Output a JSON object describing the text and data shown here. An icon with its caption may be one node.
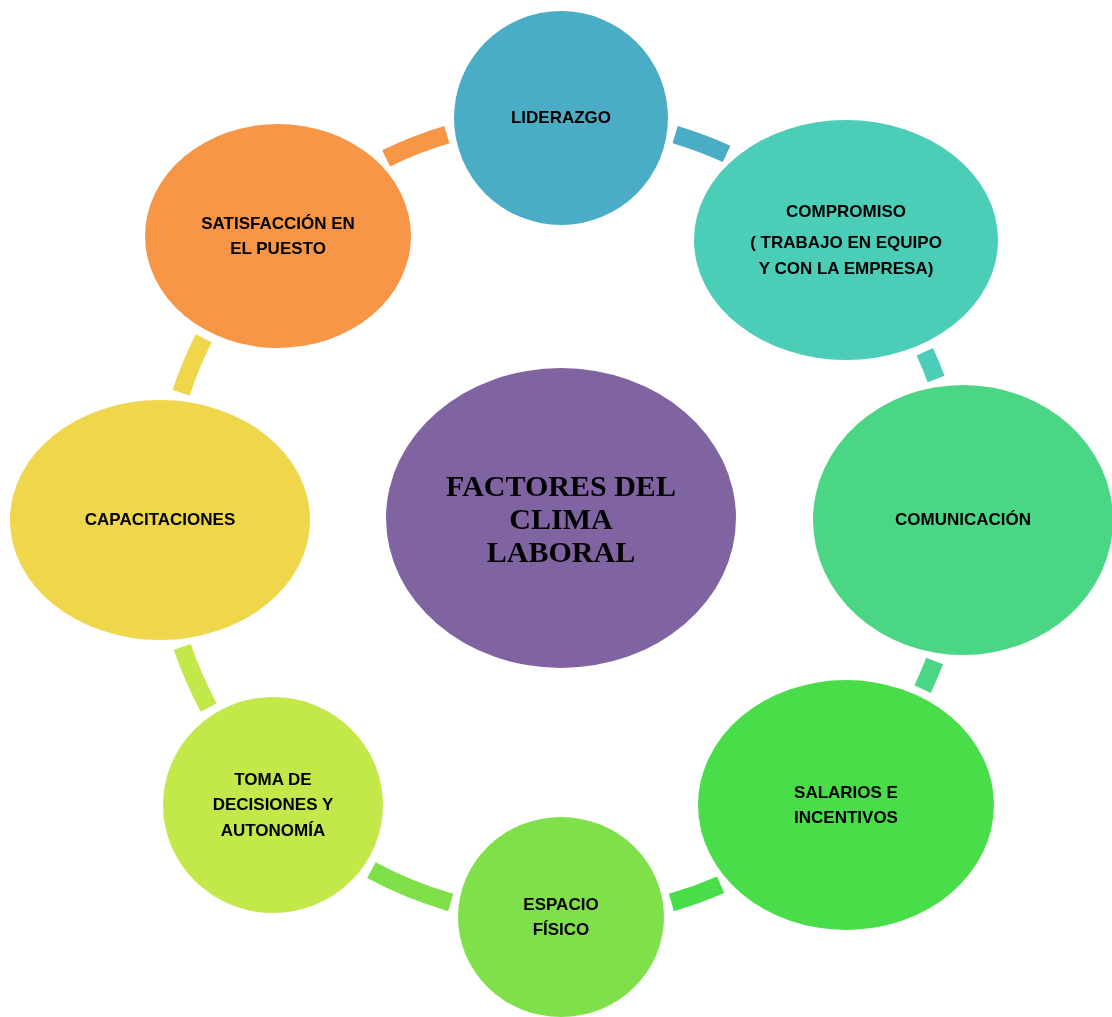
{
  "diagram": {
    "nodes": [
      {
        "text": [
          "LIDERAZGO"
        ]
      },
      {
        "text": [
          "COMPROMISO",
          "( TRABAJO EN EQUIPO Y CON LA EMPRESA)"
        ]
      },
      {
        "text": [
          "COMUNICACIÓN"
        ]
      },
      {
        "text": [
          "SALARIOS E INCENTIVOS"
        ]
      },
      {
        "text": [
          "ESPACIO FÍSICO"
        ]
      },
      {
        "text": [
          "TOMA DE DECISIONES Y AUTONOMÍA"
        ]
      },
      {
        "text": [
          "CAPACITACIONES"
        ]
      },
      {
        "text": [
          "SATISFACCIÓN EN EL PUESTO"
        ]
      },
      {
        "text": [
          "FACTORES DEL CLIMA LABORAL"
        ]
      }
    ],
    "edges": [
      {
        "from": 0,
        "to": 1,
        "arrow": "none",
        "color": "#4bacc6"
      },
      {
        "from": 1,
        "to": 2,
        "arrow": "none",
        "color": "#4bcdb8"
      },
      {
        "from": 2,
        "to": 3,
        "arrow": "none",
        "color": "#4ad684"
      },
      {
        "from": 3,
        "to": 4,
        "arrow": "none",
        "color": "#4add4a"
      },
      {
        "from": 4,
        "to": 5,
        "arrow": "none",
        "color": "#7fe04a"
      },
      {
        "from": 5,
        "to": 6,
        "arrow": "none",
        "color": "#c2e84a"
      },
      {
        "from": 6,
        "to": 7,
        "arrow": "none",
        "color": "#f0d64a"
      },
      {
        "from": 7,
        "to": 0,
        "arrow": "none",
        "color": "#f79646"
      }
    ]
  }
}
